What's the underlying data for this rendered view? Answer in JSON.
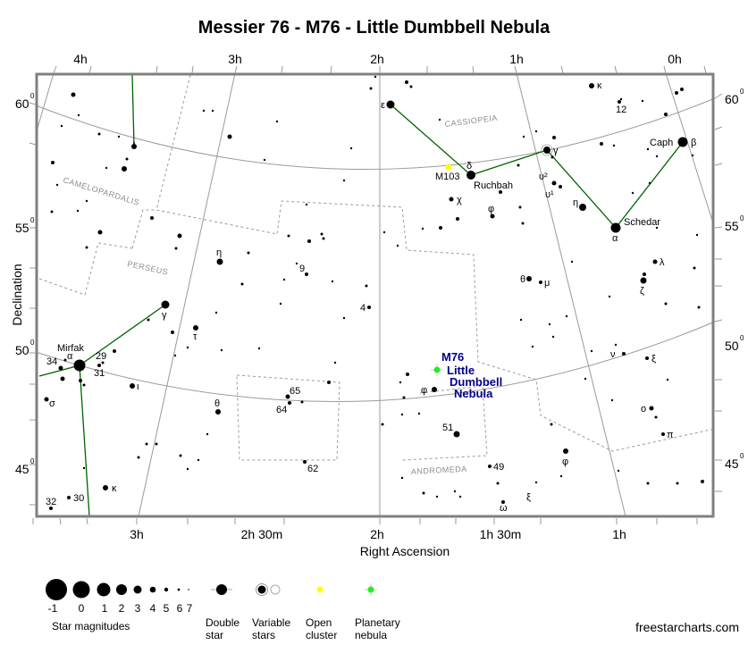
{
  "title": "Messier 76 - M76 - Little Dumbbell Nebula",
  "axes": {
    "top_ra_ticks": [
      "4h",
      "3h",
      "2h",
      "1h",
      "0h"
    ],
    "bottom_ra_ticks": [
      "3h",
      "2h 30m",
      "2h",
      "1h 30m",
      "1h"
    ],
    "dec_ticks": [
      "60",
      "55",
      "50",
      "45"
    ],
    "dec_degree_symbol": "0",
    "xlabel": "Right Ascension",
    "ylabel": "Declination"
  },
  "constellations": [
    "CASSIOPEIA",
    "CAMELOPARDALIS",
    "PERSEUS",
    "ANDROMEDA"
  ],
  "target": {
    "name": "M76",
    "line1": "Little",
    "line2": "Dumbbell",
    "line3": "Nebula",
    "color": "#00008b",
    "marker_color": "#22ee22"
  },
  "named_stars": {
    "caph": "Caph",
    "schedar": "Schedar",
    "ruchbah": "Ruchbah",
    "mirfak": "Mirfak",
    "m103": "M103"
  },
  "star_labels": {
    "cas_epsilon": "ε",
    "cas_delta": "δ",
    "cas_gamma": "γ",
    "cas_alpha": "α",
    "cas_beta": "β",
    "cas_eta": "η",
    "cas_kappa": "κ",
    "cas_12": "12",
    "cas_chi": "χ",
    "cas_phi": "φ",
    "cas_ups2": "υ²",
    "cas_ups1": "υ¹",
    "and_theta": "θ",
    "and_mu": "μ",
    "and_lambda": "λ",
    "and_zeta": "ζ",
    "and_nu": "ν",
    "and_xi": "ξ",
    "and_omicron": "ο",
    "and_pi": "π",
    "and_phi": "φ",
    "and_51": "51",
    "and_49": "49",
    "and_omega": "ω",
    "and_xi2": "ξ",
    "per_phi": "φ",
    "per_4": "4",
    "per_9": "9",
    "per_eta": "η",
    "per_gamma": "γ",
    "per_tau": "τ",
    "per_alpha": "α",
    "per_34": "34",
    "per_29": "29",
    "per_31": "31",
    "per_iota": "ι",
    "per_sigma": "σ",
    "per_theta": "θ",
    "per_kappa": "κ",
    "per_30": "30",
    "per_32": "32",
    "ari_65": "65",
    "ari_64": "64",
    "ari_62": "62"
  },
  "legend": {
    "magnitudes": [
      "-1",
      "0",
      "1",
      "2",
      "3",
      "4",
      "5",
      "6",
      "7"
    ],
    "magnitudes_label": "Star magnitudes",
    "double_star_1": "Double",
    "double_star_2": "star",
    "variable_1": "Variable",
    "variable_2": "stars",
    "open_1": "Open",
    "open_2": "cluster",
    "planetary_1": "Planetary",
    "planetary_2": "nebula",
    "open_cluster_color": "#ffff00",
    "planetary_color": "#22ee22"
  },
  "footer": "freestarcharts.com",
  "colors": {
    "frame": "#808080",
    "grid": "#999999",
    "stick_figure": "#006400",
    "boundary": "#999999",
    "constellation_label": "#8c8c8c"
  }
}
